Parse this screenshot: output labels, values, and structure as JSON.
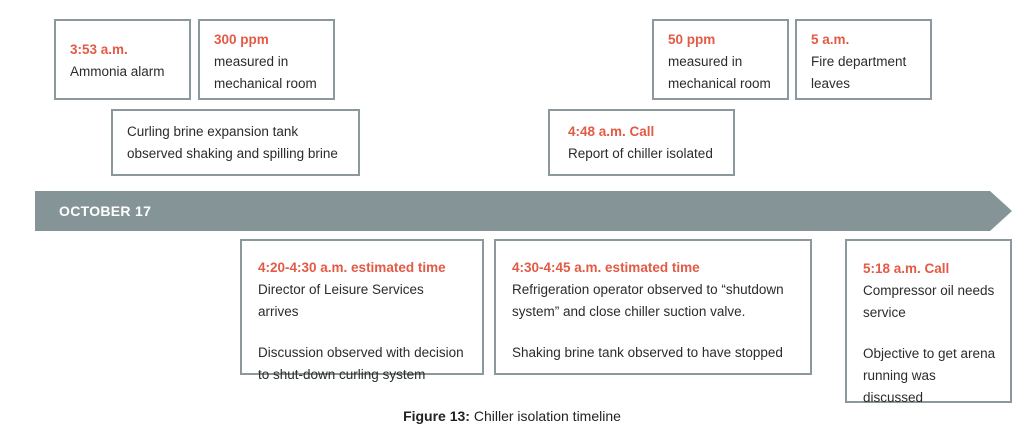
{
  "colors": {
    "accent": "#e35a45",
    "banner": "#859597",
    "border": "#8b999c"
  },
  "timeline": {
    "date_label": "OCTOBER 17"
  },
  "events_top": [
    {
      "highlight": "3:53 a.m.",
      "lines": [
        "Ammonia alarm"
      ]
    },
    {
      "highlight": "300 ppm",
      "lines": [
        "measured in",
        "mechanical room"
      ]
    },
    {
      "highlight": "",
      "lines": [
        "Curling brine expansion  tank",
        "observed shaking and spilling brine"
      ]
    },
    {
      "highlight": "4:48 a.m. Call",
      "lines": [
        "Report of chiller isolated"
      ]
    },
    {
      "highlight": "50 ppm",
      "lines": [
        "measured in",
        "mechanical room"
      ]
    },
    {
      "highlight": "5 a.m.",
      "lines": [
        "Fire department",
        "leaves"
      ]
    }
  ],
  "events_bottom": [
    {
      "highlight": "4:20-4:30 a.m. estimated time",
      "para1": [
        "Director of Leisure Services arrives"
      ],
      "para2": [
        "Discussion observed with decision",
        "to shut-down curling system"
      ]
    },
    {
      "highlight": "4:30-4:45 a.m. estimated time",
      "para1": [
        "Refrigeration operator observed to “shutdown",
        "system” and close chiller suction valve."
      ],
      "para2": [
        "Shaking brine tank observed to have stopped"
      ]
    },
    {
      "highlight": "5:18 a.m. Call",
      "para1": [
        "Compressor oil needs",
        "service"
      ],
      "para2": [
        "Objective to get arena",
        "running was discussed"
      ]
    }
  ],
  "caption": {
    "label": "Figure 13:",
    "text": " Chiller isolation timeline"
  }
}
